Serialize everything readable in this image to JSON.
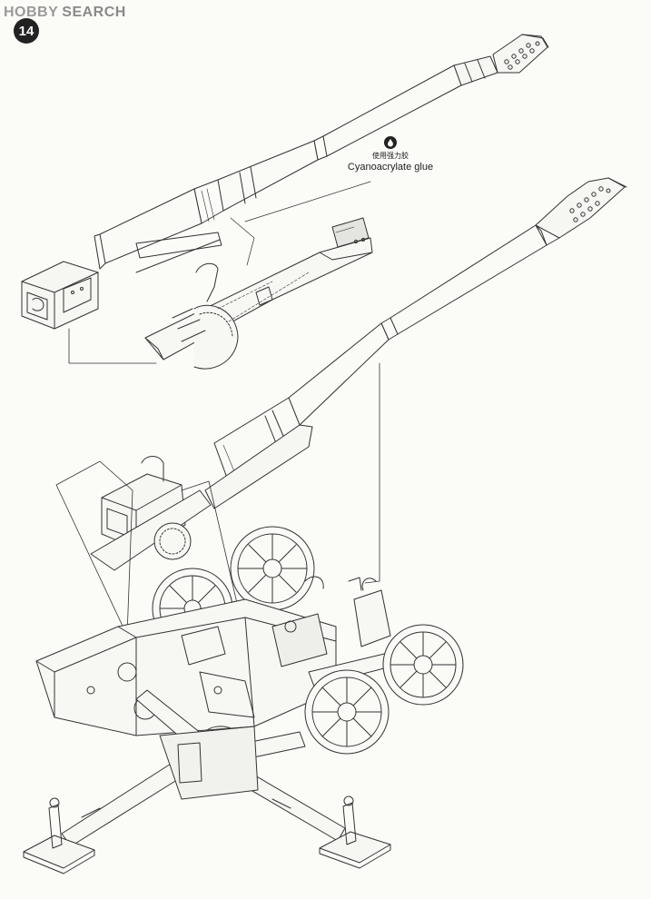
{
  "watermark": {
    "brand_part1": "HOBBY",
    "brand_part2": "SEARCH"
  },
  "step": {
    "number": "14"
  },
  "callout": {
    "chinese_label": "使用强力胶",
    "english_label": "Cyanoacrylate glue",
    "icon": "glue-drop-icon"
  },
  "colors": {
    "line": "#333333",
    "background": "#fbfbf8",
    "badge": "#222222"
  }
}
